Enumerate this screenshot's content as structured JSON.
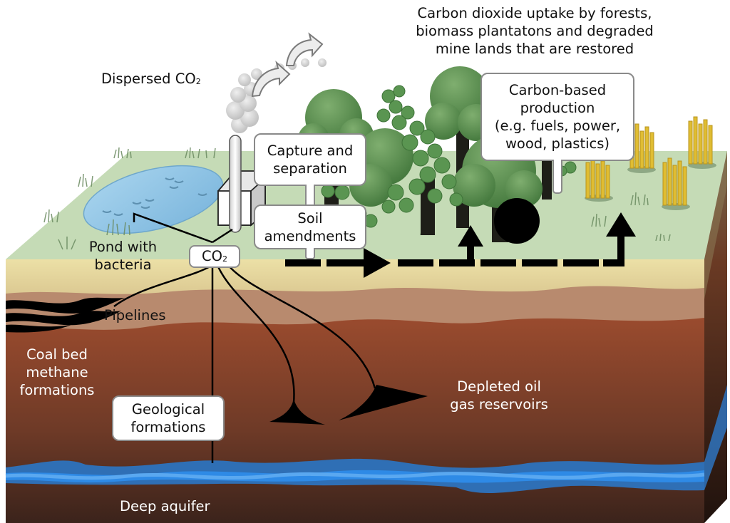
{
  "title_caption": {
    "lines": [
      "Carbon dioxide uptake by forests,",
      "biomass plantatons and degraded",
      "mine lands that are restored"
    ]
  },
  "labels": {
    "dispersed_co2": {
      "text": "Dispersed CO",
      "sub": "2"
    },
    "pond": [
      "Pond with",
      "bacteria"
    ],
    "pipelines": "Pipelines",
    "coal_bed": [
      "Coal bed",
      "methane",
      "formations"
    ],
    "depleted": [
      "Depleted oil",
      "gas reservoirs"
    ],
    "deep_aquifer": "Deep aquifer"
  },
  "callouts": {
    "capture": [
      "Capture and",
      "separation"
    ],
    "soil": [
      "Soil",
      "amendments"
    ],
    "carbon_production": [
      "Carbon-based",
      "production",
      "(e.g. fuels, power,",
      "wood, plastics)"
    ],
    "co2_node": {
      "text": "CO",
      "sub": "2"
    },
    "geological": [
      "Geological",
      "formations"
    ]
  },
  "colors": {
    "sky": "#ffffff",
    "grass_top": "#c5dbb6",
    "sand_layer": "#e9dca3",
    "clay_layer": "#b88a6e",
    "rock_upper": "#944a2e",
    "rock_lower": "#4d2b20",
    "bedrock": "#3a2119",
    "aquifer_dark": "#2f6fb5",
    "aquifer_mid": "#2e8ae6",
    "aquifer_light": "#5aa8f0",
    "pond": "#8fc3e3",
    "tree_green": "#4f8a4a",
    "wheat": "#d8b52e",
    "arrow": "#000000",
    "smoke": "#d6d6d6"
  }
}
